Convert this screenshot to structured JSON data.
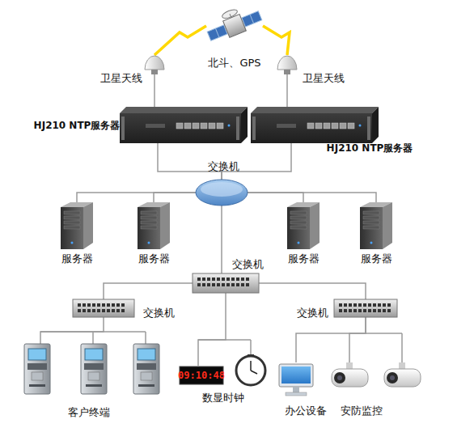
{
  "diagram": {
    "nodes": [
      {
        "text": [
          "北斗、GPS"
        ]
      },
      {
        "text": [
          "卫星天线"
        ]
      },
      {
        "text": [
          "卫星天线"
        ]
      },
      {
        "text": [
          "HJ210 NTP服务器"
        ]
      },
      {
        "text": [
          "HJ210 NTP服务器"
        ]
      },
      {
        "text": [
          "交换机"
        ]
      },
      {
        "text": [
          "服务器"
        ]
      },
      {
        "text": [
          "服务器"
        ]
      },
      {
        "text": [
          "服务器"
        ]
      },
      {
        "text": [
          "服务器"
        ]
      },
      {
        "text": [
          "交换机"
        ]
      },
      {
        "text": [
          "交换机"
        ]
      },
      {
        "text": [
          "交换机"
        ]
      },
      {
        "text": [
          "客户终端"
        ]
      },
      {
        "text": [
          "数显时钟"
        ]
      },
      {
        "text": [
          "办公设备"
        ]
      },
      {
        "text": [
          "安防监控"
        ]
      }
    ],
    "edges": [
      {
        "from": 0,
        "to": 1,
        "arrow": "none"
      },
      {
        "from": 0,
        "to": 2,
        "arrow": "none"
      },
      {
        "from": 1,
        "to": 3,
        "arrow": "none"
      },
      {
        "from": 2,
        "to": 4,
        "arrow": "none"
      },
      {
        "from": 3,
        "to": 5,
        "arrow": "none"
      },
      {
        "from": 4,
        "to": 5,
        "arrow": "none"
      },
      {
        "from": 5,
        "to": 6,
        "arrow": "none"
      },
      {
        "from": 5,
        "to": 7,
        "arrow": "none"
      },
      {
        "from": 5,
        "to": 8,
        "arrow": "none"
      },
      {
        "from": 5,
        "to": 9,
        "arrow": "none"
      },
      {
        "from": 5,
        "to": 10,
        "arrow": "none"
      },
      {
        "from": 10,
        "to": 11,
        "arrow": "none"
      },
      {
        "from": 10,
        "to": 14,
        "arrow": "none"
      },
      {
        "from": 10,
        "to": 12,
        "arrow": "none"
      },
      {
        "from": 11,
        "to": 13,
        "arrow": "none"
      },
      {
        "from": 12,
        "to": 15,
        "arrow": "none"
      },
      {
        "from": 12,
        "to": 16,
        "arrow": "none"
      }
    ],
    "labels": [
      "09:10:48"
    ]
  }
}
